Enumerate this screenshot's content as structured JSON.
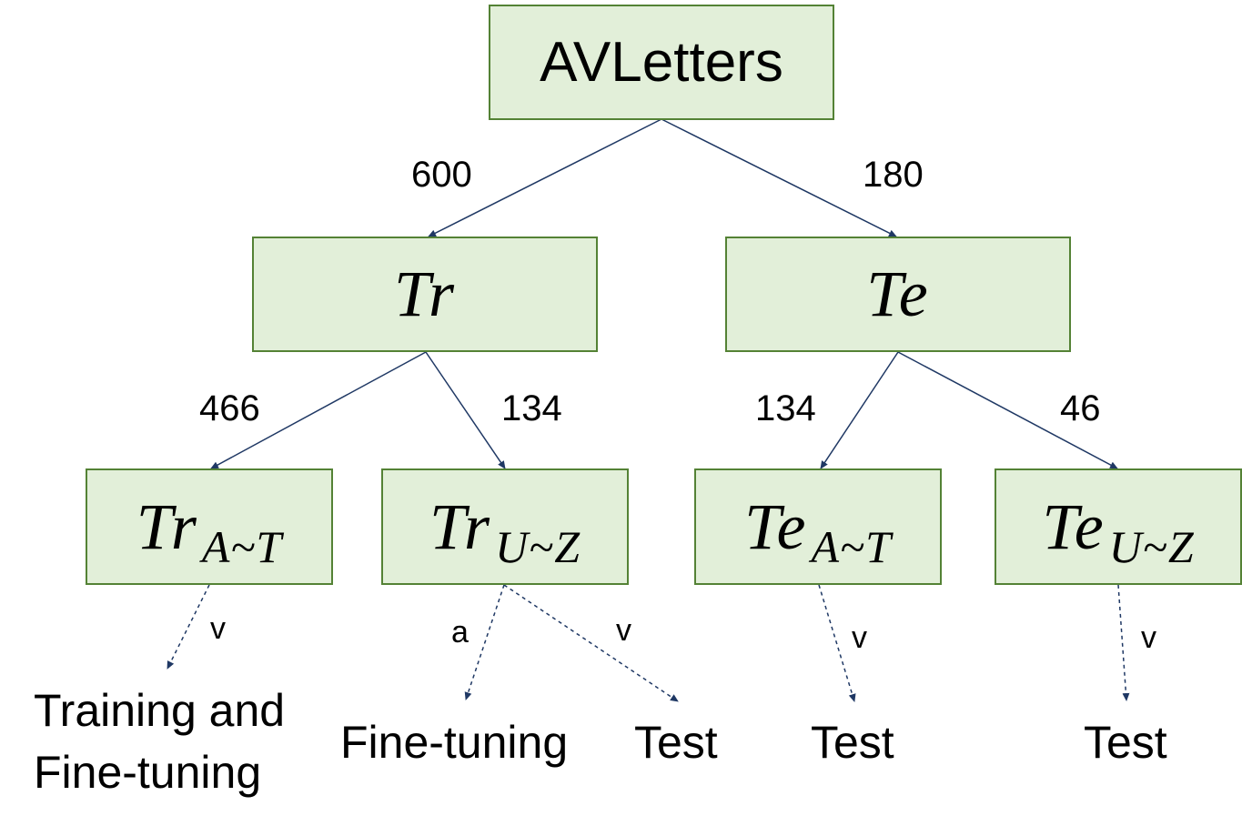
{
  "root": {
    "label": "AVLetters"
  },
  "level1": {
    "left": {
      "main": "Tr",
      "edge_count": "600"
    },
    "right": {
      "main": "Te",
      "edge_count": "180"
    }
  },
  "level2": [
    {
      "main": "Tr",
      "sub": "A~T",
      "edge_count": "466",
      "modality": "v",
      "targets": [
        "Training and",
        "Fine-tuning"
      ]
    },
    {
      "main": "Tr",
      "sub": "U~Z",
      "edge_count": "134",
      "modality_a": "a",
      "modality_v": "v",
      "target_a": "Fine-tuning",
      "target_v": "Test"
    },
    {
      "main": "Te",
      "sub": "A~T",
      "edge_count": "134",
      "modality": "v",
      "target": "Test"
    },
    {
      "main": "Te",
      "sub": "U~Z",
      "edge_count": "46",
      "modality": "v",
      "target": "Test"
    }
  ],
  "colors": {
    "box_fill": "#e2efd9",
    "box_border": "#548235",
    "line": "#1f3864"
  }
}
